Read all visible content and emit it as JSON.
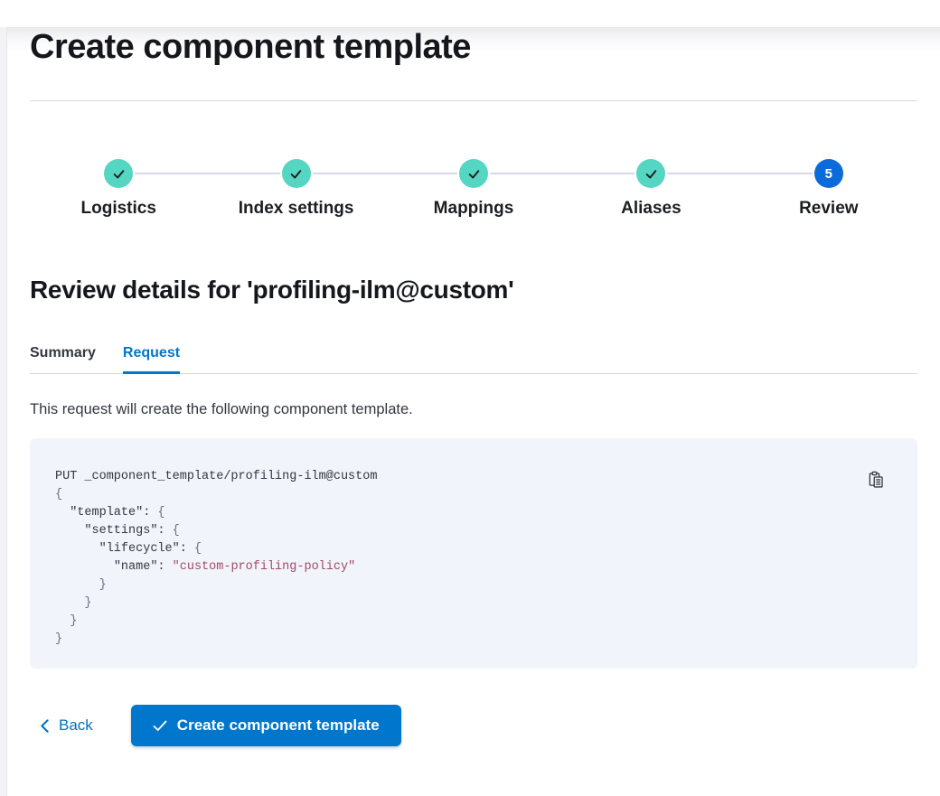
{
  "page": {
    "title": "Create component template"
  },
  "stepper": {
    "steps": [
      {
        "label": "Logistics",
        "status": "complete"
      },
      {
        "label": "Index settings",
        "status": "complete"
      },
      {
        "label": "Mappings",
        "status": "complete"
      },
      {
        "label": "Aliases",
        "status": "complete"
      },
      {
        "label": "Review",
        "status": "current",
        "number": "5"
      }
    ]
  },
  "review": {
    "heading": "Review details for 'profiling-ilm@custom'",
    "tabs": [
      {
        "label": "Summary",
        "active": false
      },
      {
        "label": "Request",
        "active": true
      }
    ],
    "description": "This request will create the following component template."
  },
  "code_block": {
    "copy_icon": "copy-clipboard-icon",
    "lines": [
      [
        {
          "t": "plain",
          "v": "PUT _component_template/profiling-ilm@custom"
        }
      ],
      [
        {
          "t": "punc",
          "v": "{"
        }
      ],
      [
        {
          "t": "plain",
          "v": "  "
        },
        {
          "t": "key",
          "v": "\"template\":"
        },
        {
          "t": "punc",
          "v": " {"
        }
      ],
      [
        {
          "t": "plain",
          "v": "    "
        },
        {
          "t": "key",
          "v": "\"settings\":"
        },
        {
          "t": "punc",
          "v": " {"
        }
      ],
      [
        {
          "t": "plain",
          "v": "      "
        },
        {
          "t": "key",
          "v": "\"lifecycle\":"
        },
        {
          "t": "punc",
          "v": " {"
        }
      ],
      [
        {
          "t": "plain",
          "v": "        "
        },
        {
          "t": "key",
          "v": "\"name\":"
        },
        {
          "t": "plain",
          "v": " "
        },
        {
          "t": "string",
          "v": "\"custom-profiling-policy\""
        }
      ],
      [
        {
          "t": "punc",
          "v": "      }"
        }
      ],
      [
        {
          "t": "punc",
          "v": "    }"
        }
      ],
      [
        {
          "t": "punc",
          "v": "  }"
        }
      ],
      [
        {
          "t": "punc",
          "v": "}"
        }
      ]
    ]
  },
  "footer": {
    "back_label": "Back",
    "submit_label": "Create component template"
  },
  "colors": {
    "primary": "#0077cc",
    "link": "#0071c2",
    "step_complete": "#54d6c2",
    "step_current": "#0b6bda",
    "code_background": "#f1f4fa",
    "code_string": "#a34a68",
    "divider": "#d3dae6"
  }
}
